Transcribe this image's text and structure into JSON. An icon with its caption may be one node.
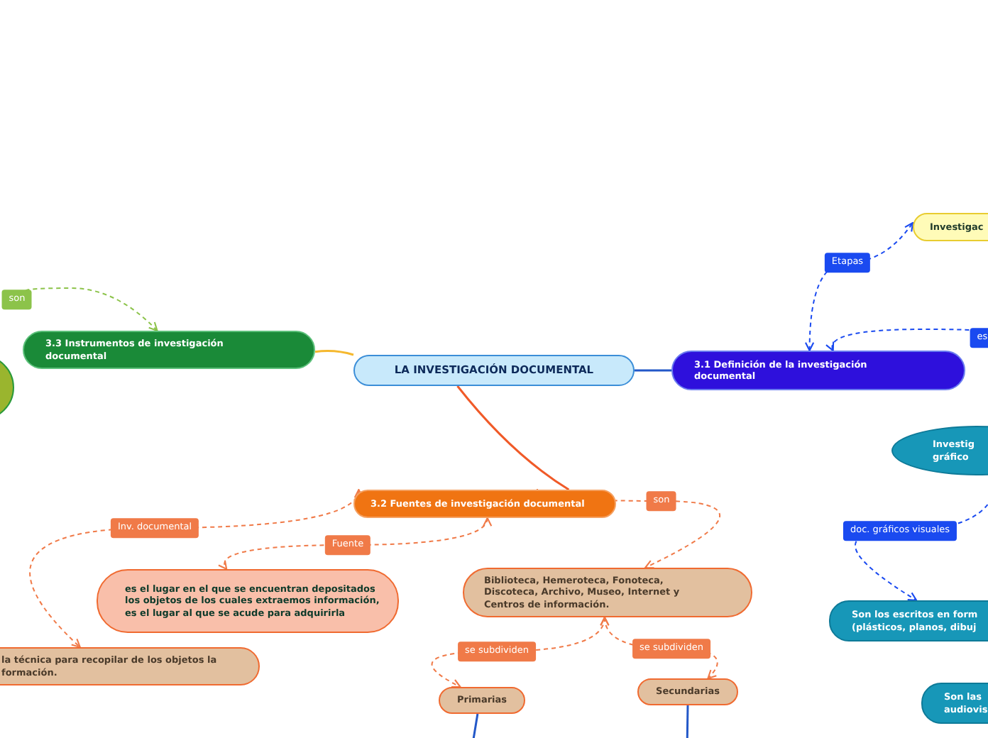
{
  "diagram": {
    "nodes": [
      {
        "text": [
          "LA INVESTIGACIÓN DOCUMENTAL"
        ]
      },
      {
        "text": [
          "3.1 Definición de la investigación documental"
        ]
      },
      {
        "text": [
          "3.2 Fuentes de investigación documental"
        ]
      },
      {
        "text": [
          "3.3 Instrumentos de investigación documental"
        ]
      },
      {
        "text": [
          "Investigac"
        ]
      },
      {
        "text": [
          "Investig gráfico"
        ]
      },
      {
        "text": [
          "Son los escritos en form (plásticos, planos, dibuj"
        ]
      },
      {
        "text": [
          "Son las audiovis"
        ]
      },
      {
        "text": [
          "es el lugar en el que se encuentran depositados los objetos de los cuales extraemos información, es el lugar al que se acude para adquirirla"
        ]
      },
      {
        "text": [
          "la técnica para recopilar de los objetos la formación."
        ]
      },
      {
        "text": [
          "Biblioteca, Hemeroteca, Fonoteca, Discoteca, Archivo, Museo, Internet y Centros de información."
        ]
      },
      {
        "text": [
          "Primarias"
        ]
      },
      {
        "text": [
          "Secundarias"
        ]
      },
      {
        "text": [],
        "shape": "circle"
      }
    ],
    "edges": [
      {
        "from": 0,
        "to": 1,
        "arrow": "none",
        "color": "#2358c8"
      },
      {
        "from": 0,
        "to": 2,
        "arrow": "none",
        "color": "#f05a28"
      },
      {
        "from": 0,
        "to": 3,
        "arrow": "none",
        "color": "#f5b82e"
      },
      {
        "from": 1,
        "to": 4,
        "arrow": "both",
        "label": "Etapas",
        "style": "dashed",
        "color": "#1a4af0"
      },
      {
        "from": null,
        "to": 1,
        "arrow": "to",
        "label": "es",
        "style": "dashed",
        "color": "#1a4af0"
      },
      {
        "from": 5,
        "to": 6,
        "arrow": "to",
        "label": "doc. gráficos visuales",
        "style": "dashed",
        "color": "#1a4af0"
      },
      {
        "from": 2,
        "to": 8,
        "arrow": "both",
        "label": "Fuente",
        "style": "dashed",
        "color": "#f07a48"
      },
      {
        "from": 2,
        "to": 9,
        "arrow": "both",
        "label": "Inv. documental",
        "style": "dashed",
        "color": "#f07a48"
      },
      {
        "from": 2,
        "to": 10,
        "arrow": "both",
        "label": "son",
        "style": "dashed",
        "color": "#f07a48"
      },
      {
        "from": 10,
        "to": 11,
        "arrow": "both",
        "label": "se subdividen",
        "style": "dashed",
        "color": "#f07a48"
      },
      {
        "from": 10,
        "to": 12,
        "arrow": "both",
        "label": "se subdividen",
        "style": "dashed",
        "color": "#f07a48"
      },
      {
        "from": null,
        "to": 3,
        "arrow": "to",
        "label": "son",
        "style": "dashed",
        "color": "#8cc34a"
      },
      {
        "from": 11,
        "to": null,
        "arrow": "none",
        "color": "#2358c8"
      },
      {
        "from": 12,
        "to": null,
        "arrow": "none",
        "color": "#2358c8"
      }
    ]
  }
}
